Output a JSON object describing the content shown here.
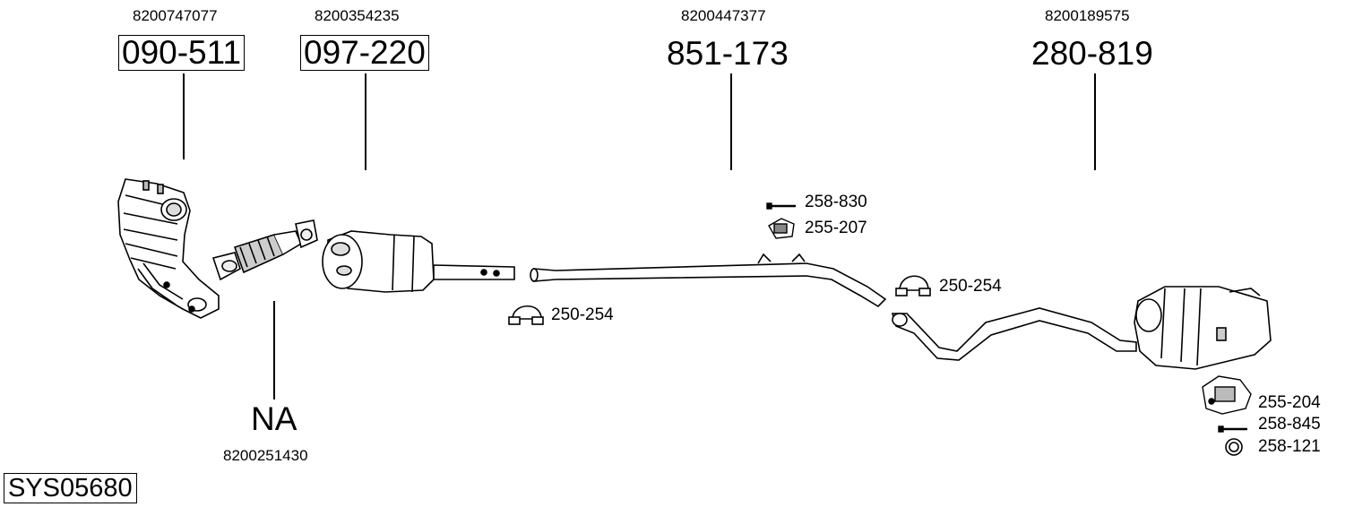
{
  "system_code": "SYS05680",
  "parts": [
    {
      "part_number": "090-511",
      "oem": "8200747077"
    },
    {
      "part_number": "097-220",
      "oem": "8200354235"
    },
    {
      "part_number": "851-173",
      "oem": "8200447377"
    },
    {
      "part_number": "280-819",
      "oem": "8200189575"
    }
  ],
  "flex_pipe": {
    "label": "NA",
    "oem": "8200251430"
  },
  "accessories": {
    "bolt_mid": "258-830",
    "hanger_mid": "255-207",
    "clamp_front": "250-254",
    "clamp_rear": "250-254",
    "bracket_rear": "255-204",
    "bolt_rear": "258-845",
    "ring_rear": "258-121"
  }
}
